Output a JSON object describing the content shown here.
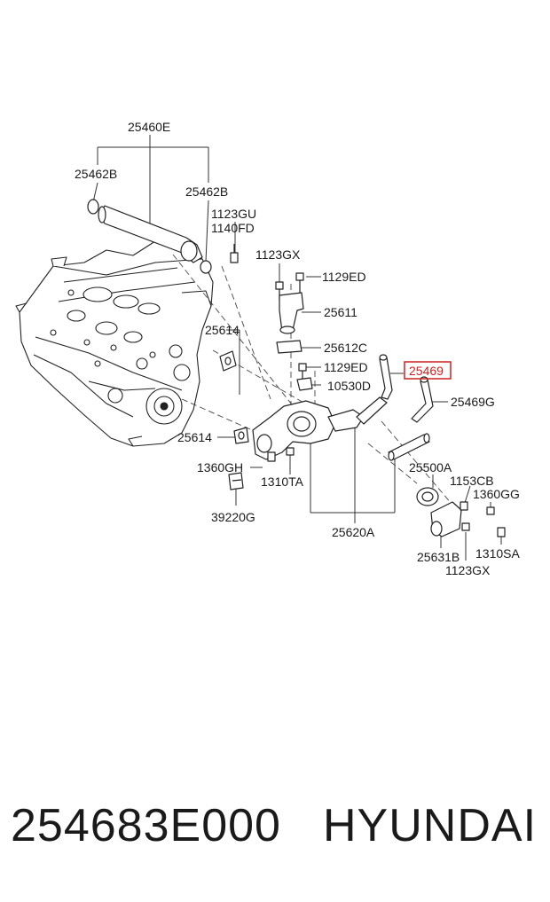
{
  "diagram": {
    "highlight_color": "#cc2020",
    "labels": {
      "l25460E": "25460E",
      "l25462B_left": "25462B",
      "l25462B_right": "25462B",
      "l1123GU": "1123GU",
      "l1140FD": "1140FD",
      "l1123GX_top": "1123GX",
      "l1129ED_top": "1129ED",
      "l25611": "25611",
      "l25614_top": "25614",
      "l25612C": "25612C",
      "l1129ED_mid": "1129ED",
      "l25469": "25469",
      "l10530D": "10530D",
      "l25469G": "25469G",
      "l25614_bot": "25614",
      "l1360GH": "1360GH",
      "l1310TA": "1310TA",
      "l25500A": "25500A",
      "l1153CB": "1153CB",
      "l1360GG": "1360GG",
      "l39220G": "39220G",
      "l25620A": "25620A",
      "l25631B": "25631B",
      "l1310SA": "1310SA",
      "l1123GX_bot": "1123GX"
    }
  },
  "footer": {
    "part_number": "254683E000",
    "brand": "HYUNDAI"
  }
}
